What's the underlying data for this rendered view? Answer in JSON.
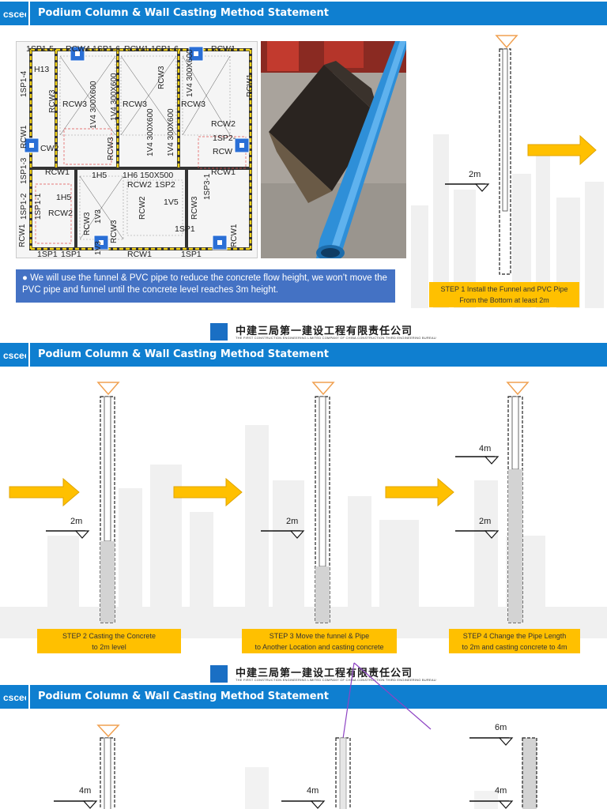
{
  "title": "Podium Column & Wall Casting Method Statement",
  "company": {
    "name_cn": "中建三局第一建设工程有限责任公司",
    "name_en": "THE FIRST CONSTRUCTION ENGINEERING LIMITED COMPANY OF CHINA CONSTRUCTION THIRD ENGINEERING BUREAU"
  },
  "slide1": {
    "note": "● We will use the funnel & PVC pipe to reduce the concrete flow height, we won’t move the PVC pipe and funnel until the concrete level reaches 3m height.",
    "step_line1": "STEP 1 Install the Funnel and PVC Pipe",
    "step_line2": "From the Bottom at least 2m",
    "level_label": "2m"
  },
  "floorplan_labels": {
    "sp15": "1SP1-5",
    "rcw4": "RCW4",
    "sp16a": "1SP1-6",
    "rcw1a": "RCW1",
    "sp16b": "1SP1-6",
    "rcw1b": "RCW1",
    "h13": "H13",
    "sp14": "1SP1-4",
    "rcw3a": "RCW3",
    "v300a": "1V4 300X600",
    "v300b": "1V4 300X600",
    "rcw3b": "RCW3",
    "rcw3c": "RCW3",
    "rcw1c": "RCW1",
    "rcw1d": "RCW1",
    "rcw3d": "RCW3",
    "rcw3e": "RCW3",
    "rcw3f": "RCW3",
    "v300c": "1V4 300X600",
    "v300d": "1V4 300X600",
    "v300e": "1V4 300X600",
    "rcw2a": "RCW2",
    "sp2": "1SP2-",
    "rcw": "RCW",
    "sp13": "1SP1-3",
    "cw2": "CW2",
    "sp12": "1SP1-2",
    "rcw1e": "RCW1",
    "h5a": "1H5",
    "h6": "1H6 150X500",
    "rcw1f": "RCW1",
    "rcw2b": "RCW2",
    "sp2b": "1SP2",
    "sp11": "1SP1-1",
    "h5b": "1H5",
    "rcw2c": "RCW2",
    "rcw2d": "RCW2",
    "rcw3g": "RCW3",
    "sp31": "1SP3-1",
    "rcw1g": "RCW1",
    "v3a": "1V3",
    "v3b": "1V3",
    "rcw3h": "RCW3",
    "v5": "1V5",
    "rcw3i": "RCW3",
    "rcw1h": "RCW1",
    "sp1a": "1SP1",
    "sp1b": "1SP1",
    "rcw1i": "RCW1",
    "sp1c": "1SP1",
    "sp1d": "1SP1"
  },
  "slide2": {
    "step2_line1": "STEP 2 Casting the Concrete",
    "step2_line2": "to 2m level",
    "step3_line1": "STEP 3 Move the funnel & Pipe",
    "step3_line2": "to Another Location and casting concrete",
    "step4_line1": "STEP 4 Change the Pipe Length",
    "step4_line2": "to 2m and casting concrete to 4m",
    "lv_2m": "2m",
    "lv_4m": "4m"
  },
  "slide3": {
    "lv_4m": "4m",
    "lv_6m": "6m"
  },
  "colors": {
    "title_bar": "#0f7fd0",
    "note_bg": "#4472c4",
    "step_bg": "#ffc000",
    "arrow": "#ffc000",
    "funnel": "#f0a050",
    "concrete": "#d3d3d3",
    "annotation_line": "#8e44c4"
  }
}
